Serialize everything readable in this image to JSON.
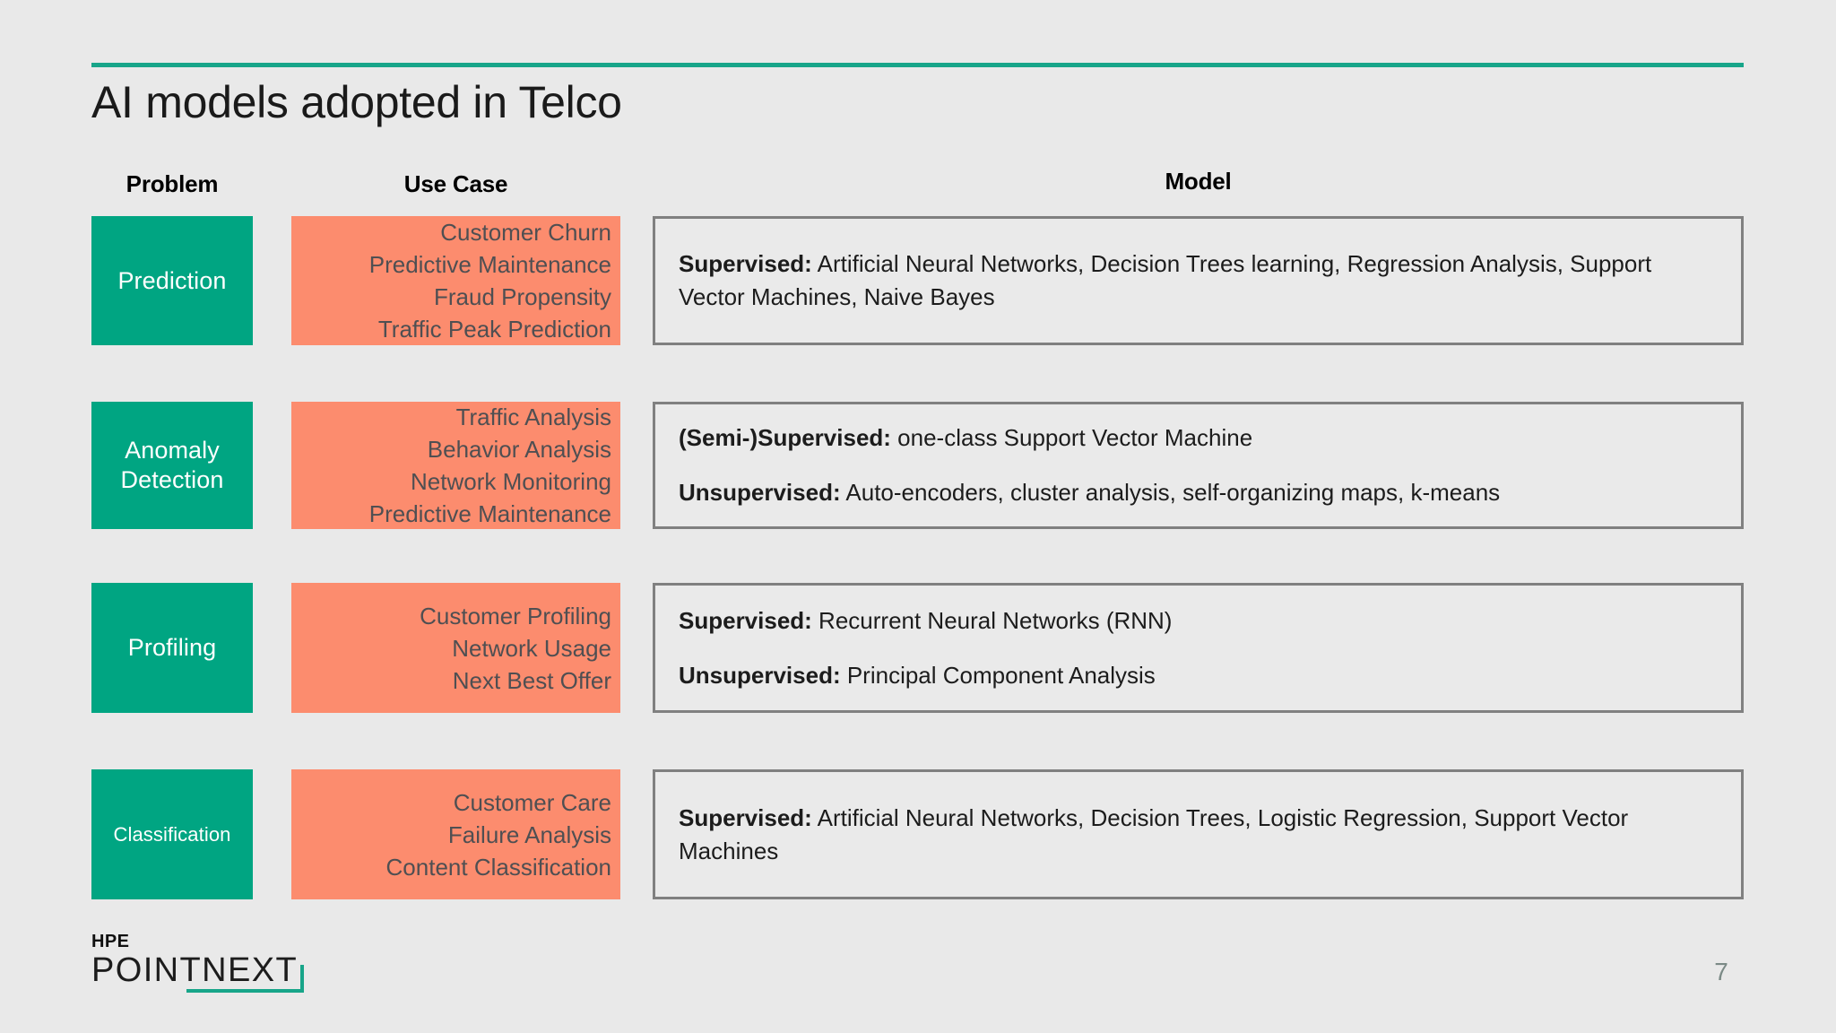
{
  "slide": {
    "title": "AI models adopted in Telco",
    "page_number": "7",
    "accent_color": "#17a589",
    "background_color": "#e9e9e9",
    "problem_chip_color": "#00a582",
    "usecase_chip_color": "#fc8c6e",
    "model_border_color": "#808080"
  },
  "headers": {
    "problem": "Problem",
    "use_case": "Use Case",
    "model": "Model"
  },
  "rows": [
    {
      "problem": "Prediction",
      "use_cases": [
        "Customer Churn",
        "Predictive Maintenance",
        "Fraud Propensity",
        "Traffic Peak Prediction"
      ],
      "model": [
        {
          "label": "Supervised:",
          "text": " Artificial Neural Networks, Decision Trees learning, Regression Analysis, Support Vector Machines, Naive Bayes"
        }
      ]
    },
    {
      "problem": "Anomaly\nDetection",
      "use_cases": [
        "Traffic Analysis",
        "Behavior Analysis",
        "Network Monitoring",
        "Predictive Maintenance"
      ],
      "model": [
        {
          "label": "(Semi-)Supervised:",
          "text": " one-class Support Vector Machine"
        },
        {
          "label": "Unsupervised:",
          "text": " Auto-encoders, cluster analysis, self-organizing maps, k-means"
        }
      ]
    },
    {
      "problem": "Profiling",
      "use_cases": [
        "Customer Profiling",
        "Network Usage",
        "Next Best Offer"
      ],
      "model": [
        {
          "label": "Supervised:",
          "text": " Recurrent Neural Networks (RNN)"
        },
        {
          "label": "Unsupervised:",
          "text": " Principal Component Analysis"
        }
      ]
    },
    {
      "problem": "Classification",
      "use_cases": [
        "Customer Care",
        "Failure Analysis",
        "Content Classification"
      ],
      "model": [
        {
          "label": "Supervised:",
          "text": " Artificial Neural Networks, Decision Trees, Logistic Regression, Support Vector Machines"
        }
      ]
    }
  ],
  "logo": {
    "brand": "HPE",
    "product": "POINTNEXT"
  }
}
